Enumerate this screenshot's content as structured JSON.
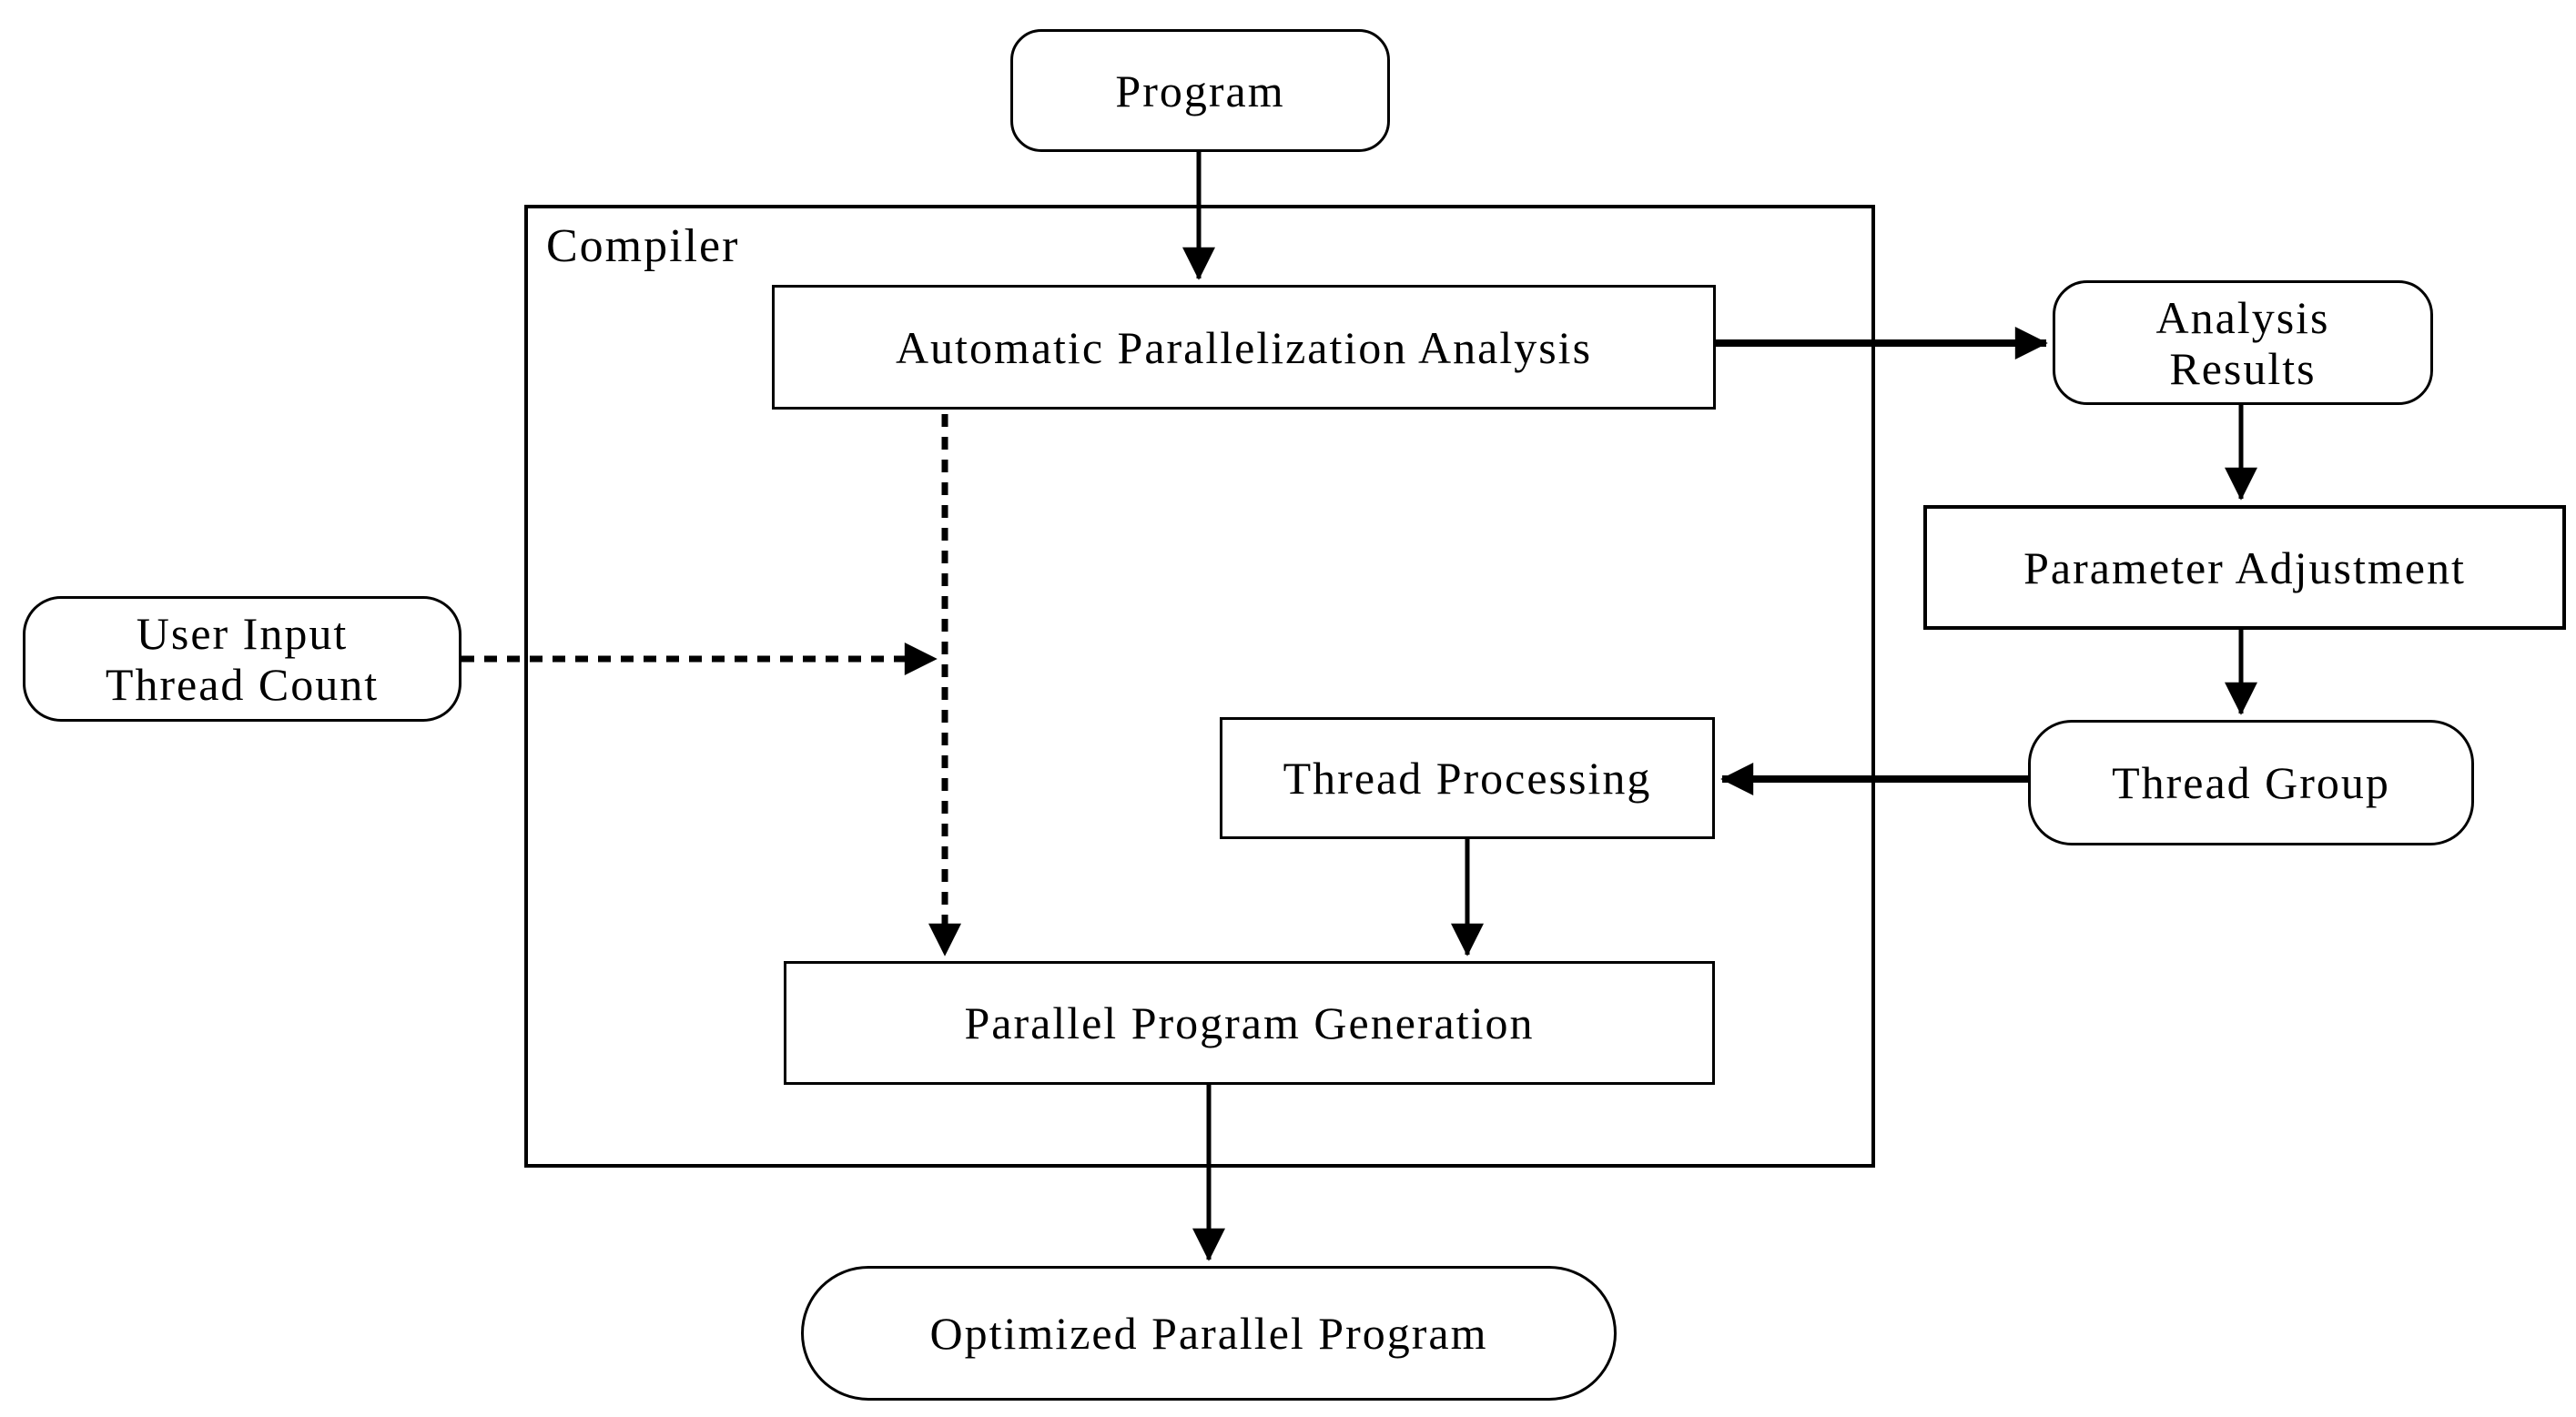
{
  "diagram": {
    "type": "flowchart",
    "colors": {
      "background": "#ffffff",
      "line": "#000000",
      "text": "#000000"
    },
    "container": {
      "label": "Compiler"
    },
    "nodes": {
      "program": {
        "label": "Program",
        "shape": "rounded"
      },
      "automatic_parallelization_analysis": {
        "label": "Automatic Parallelization Analysis",
        "shape": "rect",
        "inside": "Compiler"
      },
      "analysis_results": {
        "line1": "Analysis",
        "line2": "Results",
        "shape": "rounded"
      },
      "parameter_adjustment": {
        "label": "Parameter Adjustment",
        "shape": "rect"
      },
      "thread_group": {
        "label": "Thread Group",
        "shape": "rounded"
      },
      "thread_processing": {
        "label": "Thread Processing",
        "shape": "rect",
        "inside": "Compiler"
      },
      "user_input_thread_count": {
        "line1": "User Input",
        "line2": "Thread Count",
        "shape": "rounded"
      },
      "parallel_program_generation": {
        "label": "Parallel Program Generation",
        "shape": "rect",
        "inside": "Compiler"
      },
      "optimized_parallel_program": {
        "label": "Optimized Parallel Program",
        "shape": "rounded"
      }
    },
    "edges": [
      {
        "from": "Program",
        "to": "Automatic Parallelization Analysis",
        "style": "solid"
      },
      {
        "from": "Automatic Parallelization Analysis",
        "to": "Analysis Results",
        "style": "solid"
      },
      {
        "from": "Analysis Results",
        "to": "Parameter Adjustment",
        "style": "solid"
      },
      {
        "from": "Parameter Adjustment",
        "to": "Thread Group",
        "style": "solid"
      },
      {
        "from": "Thread Group",
        "to": "Thread Processing",
        "style": "solid"
      },
      {
        "from": "Thread Processing",
        "to": "Parallel Program Generation",
        "style": "solid"
      },
      {
        "from": "Automatic Parallelization Analysis",
        "to": "Parallel Program Generation",
        "style": "dotted"
      },
      {
        "from": "User Input Thread Count",
        "to": "dotted junction (Automatic Parallelization Analysis → Parallel Program Generation)",
        "style": "dotted"
      },
      {
        "from": "Parallel Program Generation",
        "to": "Optimized Parallel Program",
        "style": "solid"
      }
    ]
  }
}
